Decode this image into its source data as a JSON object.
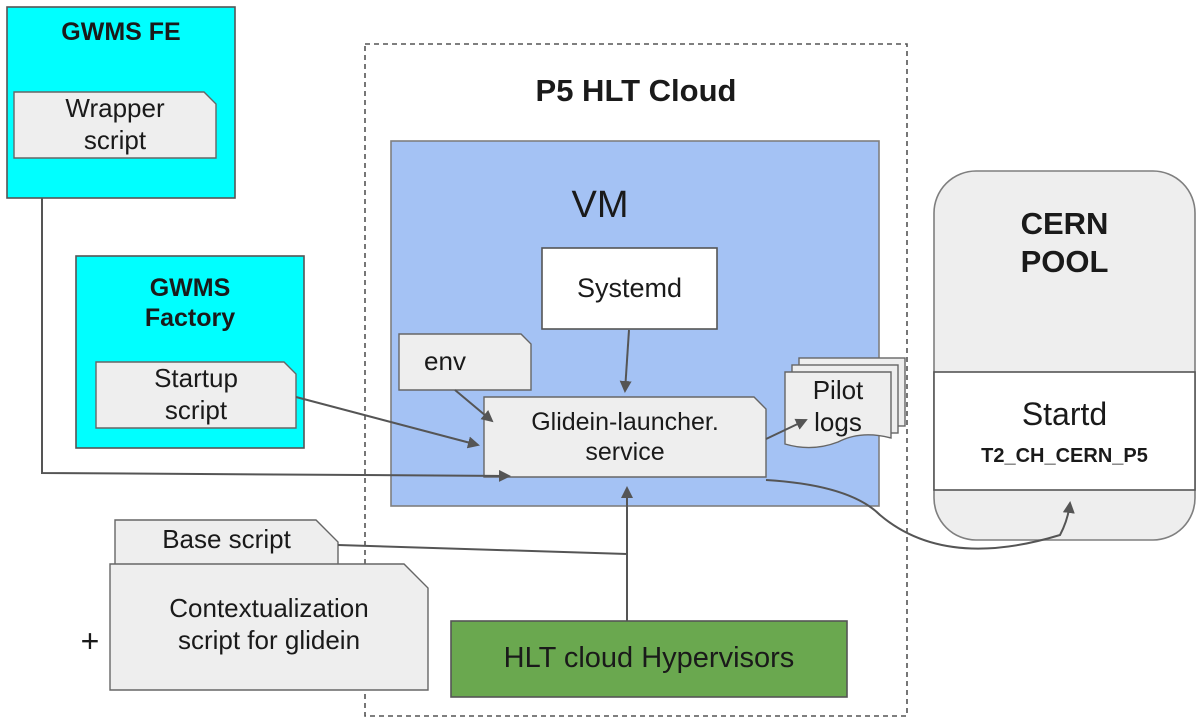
{
  "gwms_fe": {
    "title": "GWMS FE",
    "wrapper_script": "Wrapper\nscript"
  },
  "gwms_factory": {
    "title": "GWMS\nFactory",
    "startup_script": "Startup\nscript"
  },
  "hlt_cloud": {
    "title": "P5  HLT Cloud",
    "vm": {
      "title": "VM",
      "systemd": "Systemd",
      "env": "env",
      "launcher_service": "Glidein-launcher.\nservice",
      "pilot_logs": "Pilot\nlogs"
    },
    "hypervisors": "HLT cloud Hypervisors"
  },
  "cern_pool": {
    "title": "CERN\nPOOL",
    "startd": "Startd",
    "startd_site": "T2_CH_CERN_P5"
  },
  "base_script": "Base script",
  "contextualization_script": "Contextualization\nscript for glidein",
  "plus_sign": "+",
  "colors": {
    "gwms_box": "#00ffff",
    "vm_box": "#a4c2f4",
    "hypervisor_box": "#6aa84f",
    "document_fill": "#eeeeee",
    "pool_fill": "#eeeeee",
    "line": "#555555"
  }
}
